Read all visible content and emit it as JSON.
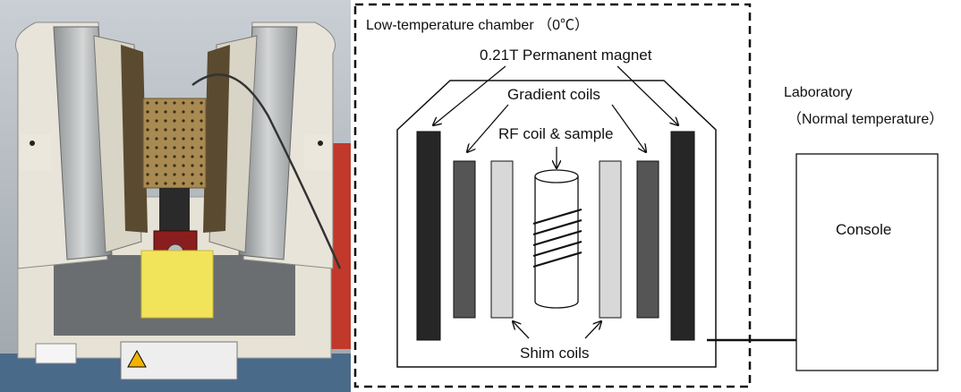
{
  "labels": {
    "chamber": "Low-temperature chamber （0℃）",
    "magnet": "0.21T Permanent magnet",
    "gradient": "Gradient coils",
    "rf": "RF coil & sample",
    "shim": "Shim coils",
    "lab_line1": "Laboratory",
    "lab_line2": "（Normal temperature）",
    "console": "Console"
  }
}
